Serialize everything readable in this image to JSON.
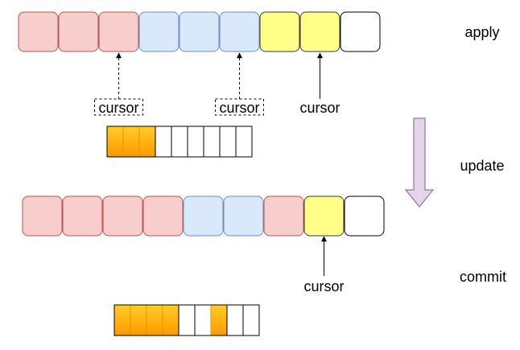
{
  "colors": {
    "red_fill": "#f8cecc",
    "red_stroke": "#b85450",
    "blue_fill": "#dae8fc",
    "blue_stroke": "#6c8ebf",
    "yellow_fill": "#ffff88",
    "yellow_stroke": "#36393d",
    "empty_fill": "#ffffff",
    "empty_stroke": "#000000",
    "filled_bit_top": "#ffcd28",
    "filled_bit_bottom": "#ff9900",
    "filled_bit_stroke": "#d79b00",
    "arrow_fill": "#e1d5e7",
    "arrow_stroke": "#9673a6"
  },
  "steps": {
    "apply": "apply",
    "update": "update",
    "commit": "commit"
  },
  "top_row": {
    "slots": [
      "red",
      "red",
      "red",
      "blue",
      "blue",
      "blue",
      "yellow",
      "yellow",
      "empty"
    ],
    "cursors": [
      {
        "label": "cursor",
        "slot": 2,
        "style": "dashed"
      },
      {
        "label": "cursor",
        "slot": 5,
        "style": "dashed"
      },
      {
        "label": "cursor",
        "slot": 7,
        "style": "solid"
      }
    ],
    "bitmap": [
      1,
      1,
      1,
      0,
      0,
      0,
      0,
      0,
      0
    ]
  },
  "bottom_row": {
    "slots": [
      "red",
      "red",
      "red",
      "red",
      "blue",
      "blue",
      "red",
      "yellow",
      "empty"
    ],
    "cursors": [
      {
        "label": "cursor",
        "slot": 7,
        "style": "solid"
      }
    ],
    "bitmap": [
      1,
      1,
      1,
      1,
      0,
      0,
      1,
      0,
      0
    ]
  }
}
